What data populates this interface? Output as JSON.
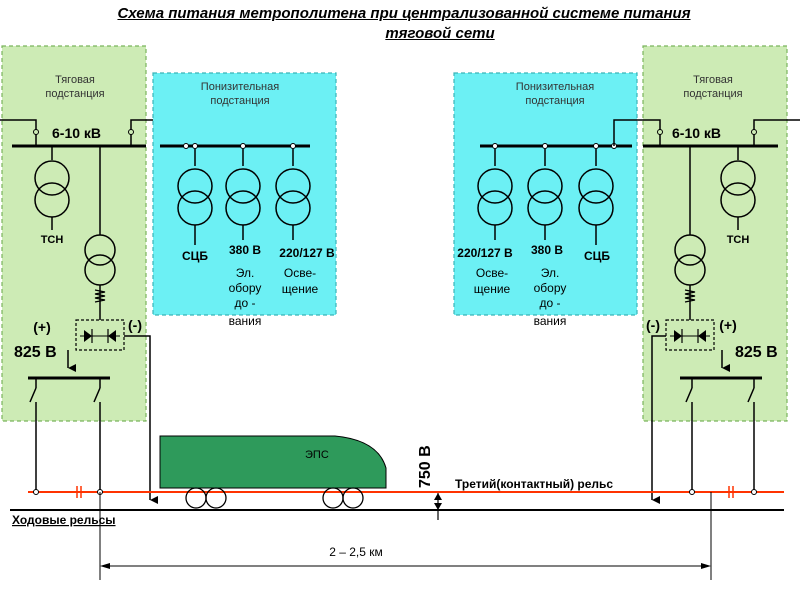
{
  "title": {
    "line1": "Схема питания метрополитена при централизованной системе питания",
    "line2": "тяговой сети"
  },
  "traction_substation": {
    "label_l1": "Тяговая",
    "label_l2": "подстанция",
    "bus_voltage": "6-10 кВ",
    "aux_transformer": "ТСН",
    "dc_voltage": "825 В",
    "plus": "(+)",
    "minus": "(-)"
  },
  "step_down_substation": {
    "label_l1": "Понизительная",
    "label_l2": "подстанция",
    "signal_label": "СЦБ",
    "equip_voltage": "380 В",
    "light_voltage": "220/127 В",
    "equip_l1": "Эл.",
    "equip_l2": "обору",
    "equip_l3": "до -",
    "equip_l4": "вания",
    "light_l1": "Осве-",
    "light_l2": "щение"
  },
  "track": {
    "train_label": "ЭПС",
    "contact_voltage": "750 В",
    "third_rail_label": "Третий(контактный) рельс",
    "running_rails_label": "Ходовые рельсы",
    "distance": "2 – 2,5 км"
  },
  "colors": {
    "substation_fill": "#cdebb5",
    "substation_border": "#7ab55c",
    "stepdown_fill": "#6cf0f4",
    "train_fill": "#2e9a5b",
    "third_rail": "#ff3300",
    "wire": "#000000"
  }
}
